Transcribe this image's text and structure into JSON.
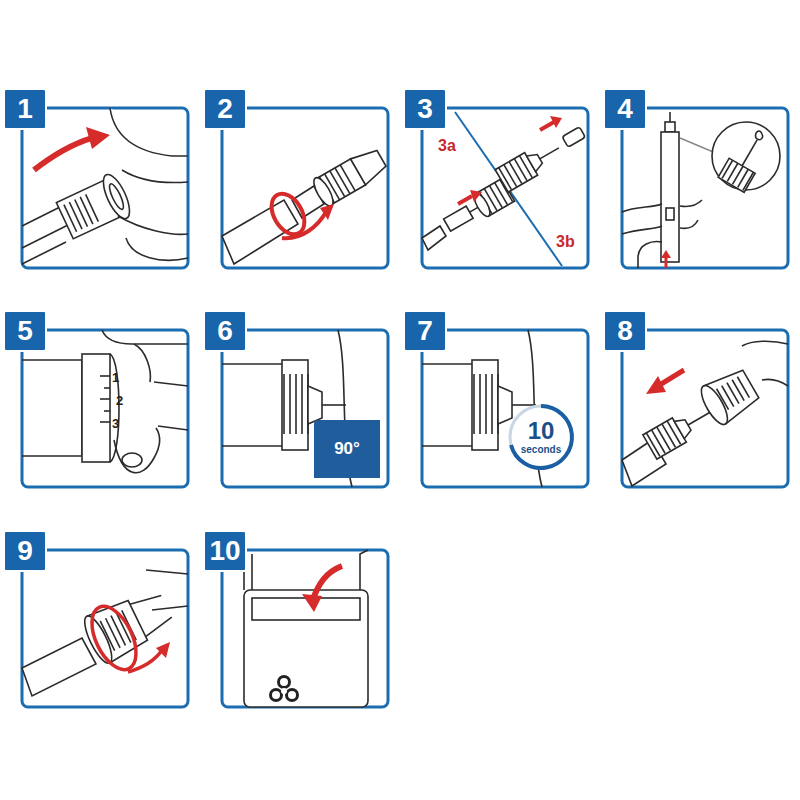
{
  "diagram": {
    "nodes": [
      {
        "text": [
          "1"
        ]
      },
      {
        "text": [
          "2"
        ]
      },
      {
        "text": [
          "3"
        ]
      },
      {
        "text": [
          "4"
        ]
      },
      {
        "text": [
          "5"
        ]
      },
      {
        "text": [
          "6"
        ]
      },
      {
        "text": [
          "90°"
        ]
      },
      {
        "text": [
          "7"
        ]
      },
      {
        "text": [
          "10",
          "seconds"
        ]
      },
      {
        "text": [
          "8"
        ]
      },
      {
        "text": [
          "9"
        ]
      },
      {
        "text": [
          "10"
        ]
      }
    ],
    "labels": [
      "3a",
      "3b",
      "1",
      "2",
      "3"
    ]
  }
}
